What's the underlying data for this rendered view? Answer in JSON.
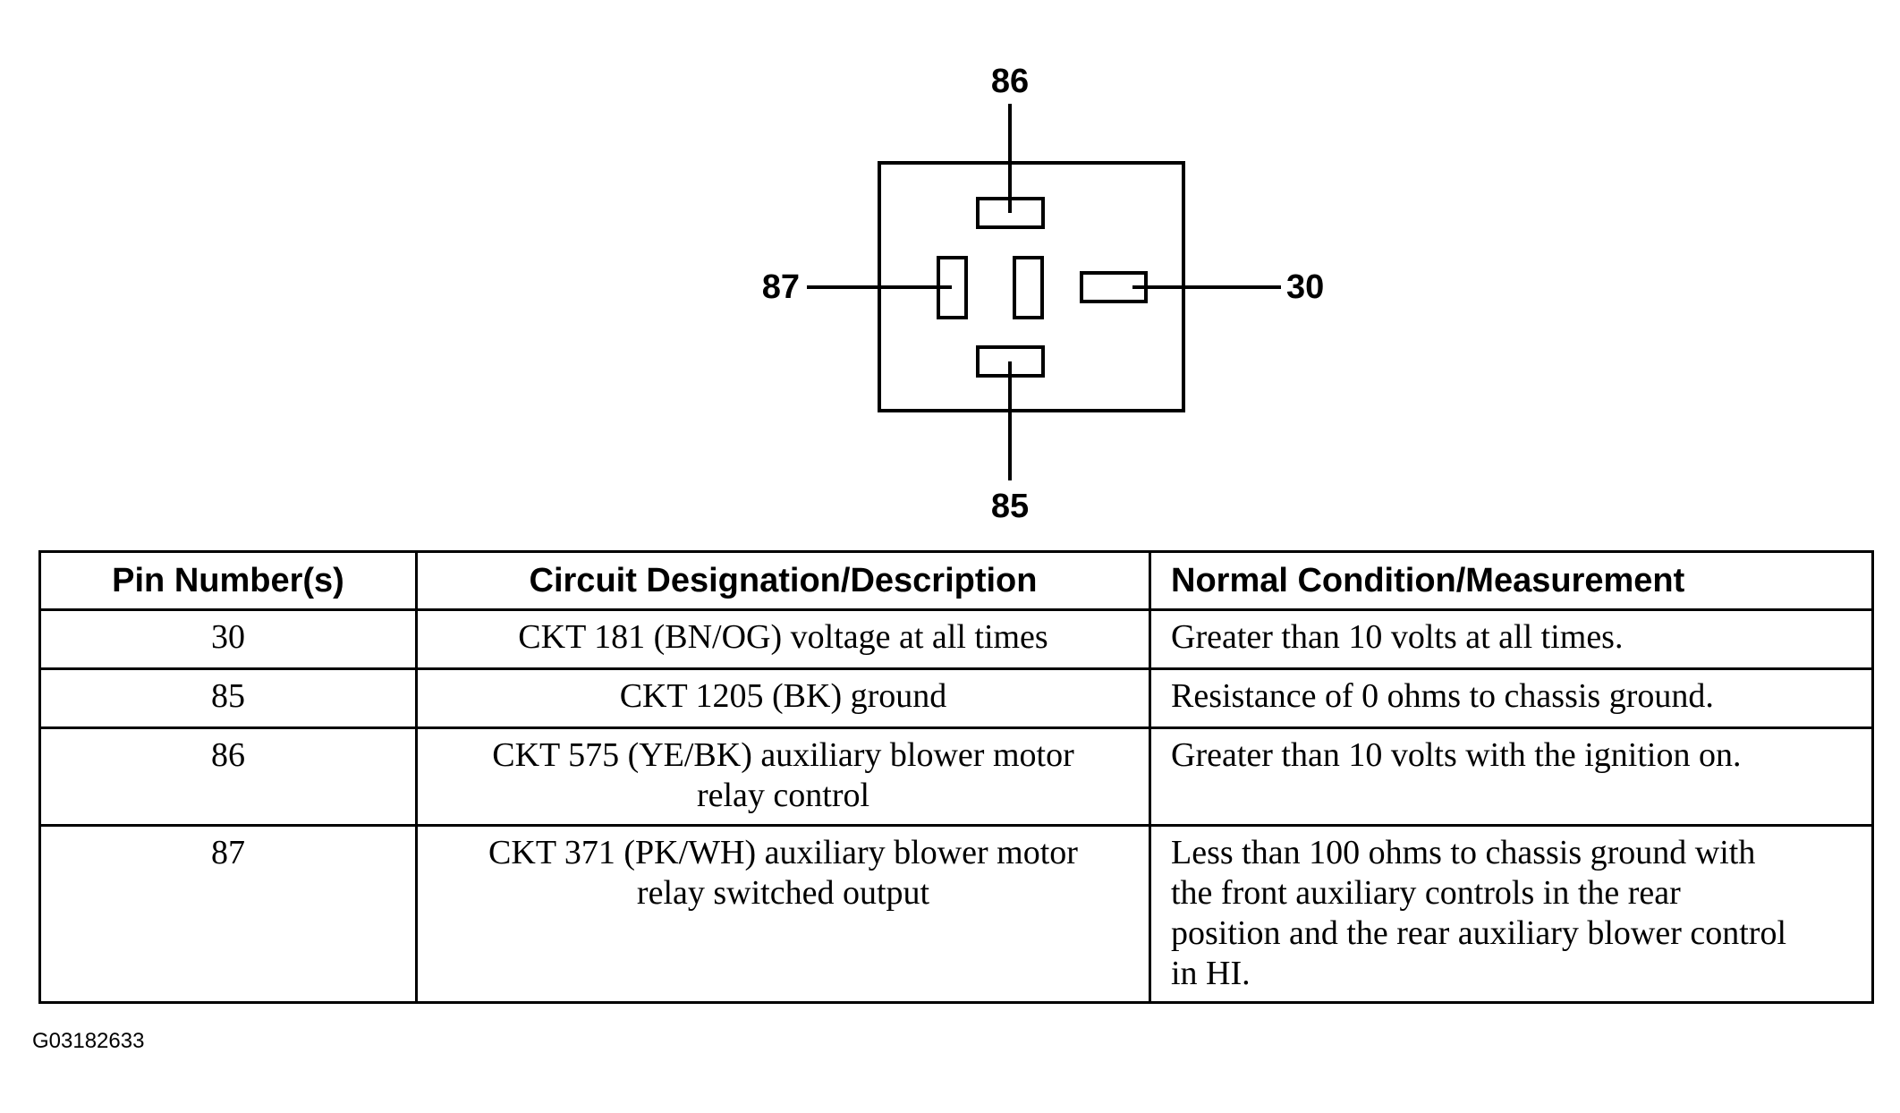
{
  "diagram": {
    "pins": {
      "top": "86",
      "left": "87",
      "right": "30",
      "bottom": "85"
    }
  },
  "table": {
    "headers": [
      "Pin Number(s)",
      "Circuit Designation/Description",
      "Normal Condition/Measurement"
    ],
    "rows": [
      {
        "pin": "30",
        "description": [
          "CKT 181 (BN/OG) voltage at all times"
        ],
        "condition": [
          "Greater than 10 volts at all times."
        ]
      },
      {
        "pin": "85",
        "description": [
          "CKT 1205 (BK) ground"
        ],
        "condition": [
          "Resistance of 0 ohms to chassis ground."
        ]
      },
      {
        "pin": "86",
        "description": [
          "CKT 575 (YE/BK) auxiliary blower motor",
          "relay control"
        ],
        "condition": [
          "Greater than 10 volts with the ignition on."
        ]
      },
      {
        "pin": "87",
        "description": [
          "CKT 371 (PK/WH) auxiliary blower motor",
          "relay switched output"
        ],
        "condition": [
          "Less than 100 ohms to chassis ground with",
          "the front auxiliary controls in the rear",
          "position and the rear auxiliary blower control",
          "in HI."
        ]
      }
    ]
  },
  "image_code": "G03182633"
}
